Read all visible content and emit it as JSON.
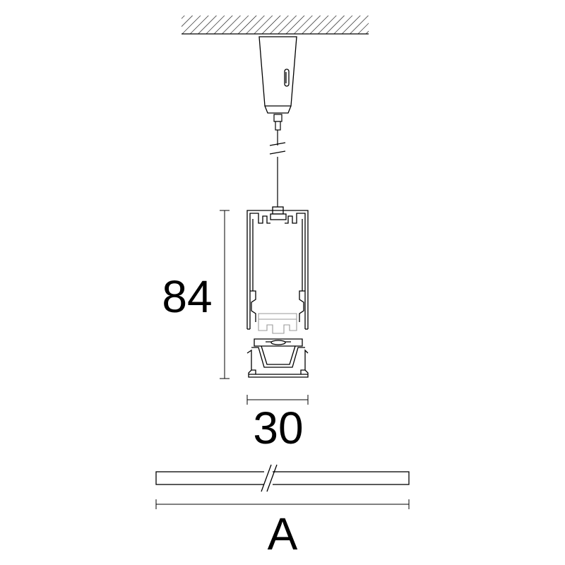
{
  "dimensions": {
    "height_label": "84",
    "width_label": "30",
    "length_label": "A"
  },
  "colors": {
    "line": "#000000",
    "background": "#ffffff"
  }
}
